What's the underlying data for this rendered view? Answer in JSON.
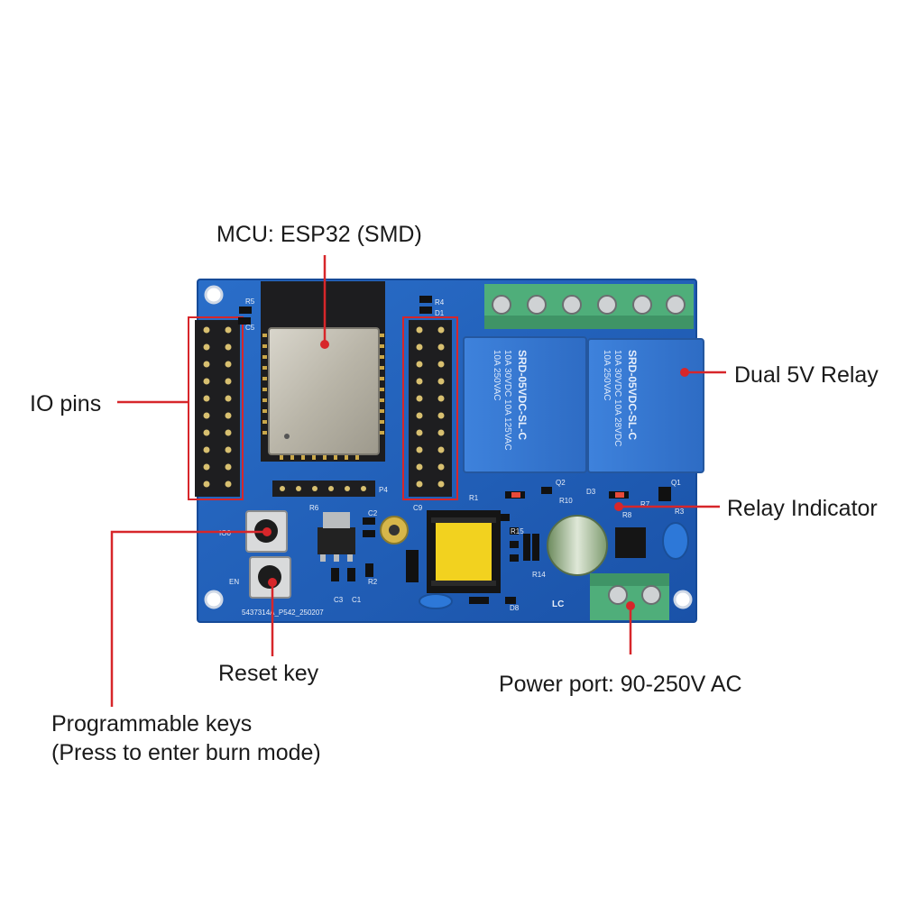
{
  "callouts": {
    "mcu": "MCU:  ESP32 (SMD)",
    "io_pins": "IO pins",
    "dual_relay": "Dual 5V Relay",
    "relay_indicator": "Relay Indicator",
    "reset_key": "Reset key",
    "power_port": "Power port: 90-250V AC",
    "programmable_line1": "Programmable keys",
    "programmable_line2": "(Press to enter burn mode)"
  },
  "board": {
    "silkscreen": {
      "r5": "R5",
      "c5": "C5",
      "r4": "R4",
      "d1": "D1",
      "p4": "P4",
      "r6": "R6",
      "c2": "C2",
      "c3": "C3",
      "c1": "C1",
      "r2": "R2",
      "c9": "C9",
      "r1": "R1",
      "r15": "R15",
      "r14": "R14",
      "q2": "Q2",
      "q1": "Q1",
      "d3": "D3",
      "r10": "R10",
      "r7": "R7",
      "r8": "R8",
      "r3": "R3",
      "d8": "D8",
      "io0": "IO0",
      "en": "EN",
      "lc": "LC",
      "part_no": "5437314A_P542_250207"
    },
    "relay_text": {
      "line1": "10A 250VAC",
      "line2": "10A 30VDC 10A 125VAC",
      "line2b": "10A 30VDC 10A 28VDC",
      "line3": "SRD-05VDC-SL-C"
    }
  },
  "colors": {
    "pcb": "#1f5fb8",
    "callout_line": "#d7262a",
    "relay": "#3b7dd8",
    "terminal": "#4fae7a"
  }
}
